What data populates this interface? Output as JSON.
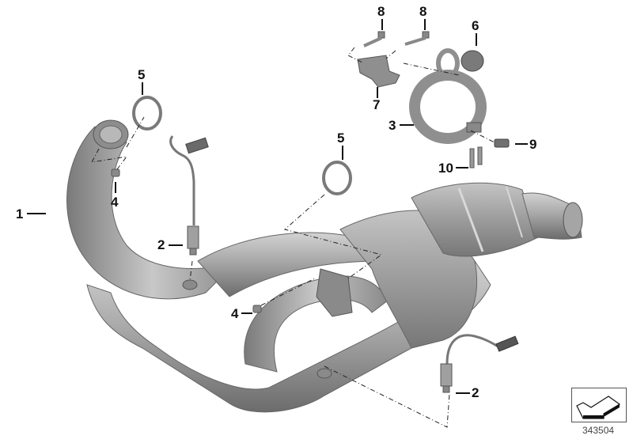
{
  "diagram": {
    "type": "exploded parts diagram",
    "subject": "exhaust manifold with catalytic converter",
    "reference_number": "343504",
    "colors": {
      "part_fill": "#9a9a9a",
      "part_dark": "#6e6e6e",
      "part_light": "#cfcfcf",
      "text": "#111111",
      "background": "#ffffff"
    },
    "callouts": [
      {
        "id": "c1",
        "label": "1",
        "part": "exhaust-manifold"
      },
      {
        "id": "c2a",
        "label": "2",
        "part": "oxygen-sensor-front"
      },
      {
        "id": "c2b",
        "label": "2",
        "part": "oxygen-sensor-rear"
      },
      {
        "id": "c3",
        "label": "3",
        "part": "clamp"
      },
      {
        "id": "c4a",
        "label": "4",
        "part": "nut-upper"
      },
      {
        "id": "c4b",
        "label": "4",
        "part": "nut-lower"
      },
      {
        "id": "c5a",
        "label": "5",
        "part": "gasket-ring-left"
      },
      {
        "id": "c5b",
        "label": "5",
        "part": "gasket-ring-center"
      },
      {
        "id": "c6",
        "label": "6",
        "part": "rubber-buffer"
      },
      {
        "id": "c7",
        "label": "7",
        "part": "bracket"
      },
      {
        "id": "c8a",
        "label": "8",
        "part": "bolt-left"
      },
      {
        "id": "c8b",
        "label": "8",
        "part": "bolt-right"
      },
      {
        "id": "c9",
        "label": "9",
        "part": "clamp-nut-block"
      },
      {
        "id": "c10",
        "label": "10",
        "part": "clamp-screw"
      }
    ]
  }
}
